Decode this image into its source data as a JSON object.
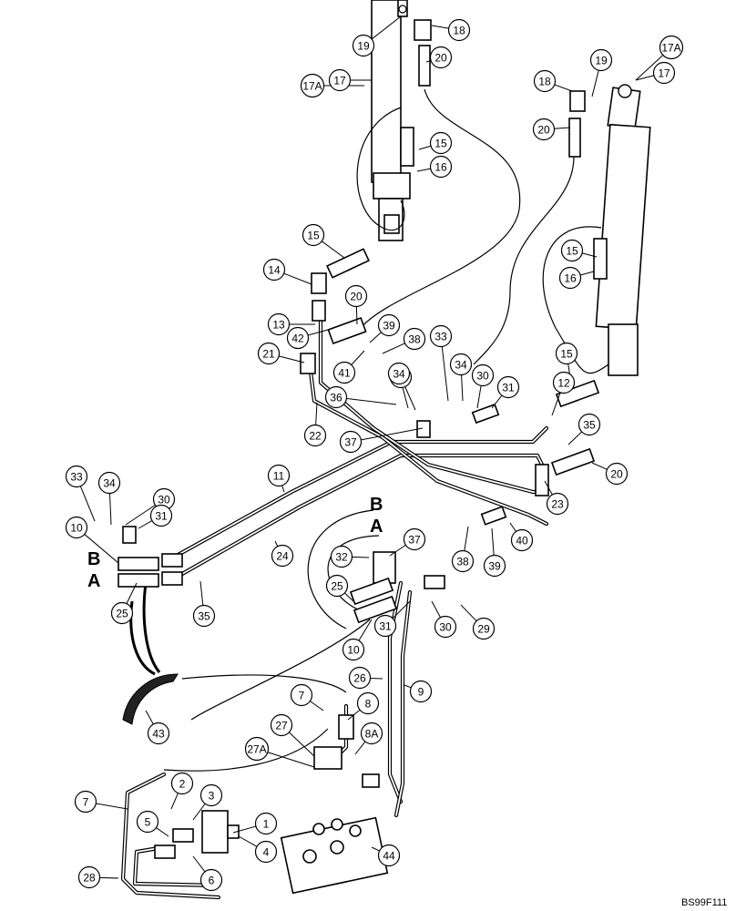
{
  "figure_code": "BS99F111",
  "port_labels": [
    {
      "key": "B_top",
      "text": "B"
    },
    {
      "key": "A_top",
      "text": "A"
    },
    {
      "key": "B_left",
      "text": "B"
    },
    {
      "key": "A_left",
      "text": "A"
    }
  ],
  "callouts": [
    {
      "label": "1"
    },
    {
      "label": "2"
    },
    {
      "label": "3"
    },
    {
      "label": "4"
    },
    {
      "label": "5"
    },
    {
      "label": "6"
    },
    {
      "label": "7"
    },
    {
      "label": "7"
    },
    {
      "label": "8"
    },
    {
      "label": "8A"
    },
    {
      "label": "9"
    },
    {
      "label": "10"
    },
    {
      "label": "10"
    },
    {
      "label": "11"
    },
    {
      "label": "12"
    },
    {
      "label": "13"
    },
    {
      "label": "14"
    },
    {
      "label": "15"
    },
    {
      "label": "15"
    },
    {
      "label": "15"
    },
    {
      "label": "15"
    },
    {
      "label": "16"
    },
    {
      "label": "16"
    },
    {
      "label": "17A"
    },
    {
      "label": "17"
    },
    {
      "label": "17A"
    },
    {
      "label": "17"
    },
    {
      "label": "18"
    },
    {
      "label": "18"
    },
    {
      "label": "19"
    },
    {
      "label": "19"
    },
    {
      "label": "20"
    },
    {
      "label": "20"
    },
    {
      "label": "20"
    },
    {
      "label": "20"
    },
    {
      "label": "21"
    },
    {
      "label": "22"
    },
    {
      "label": "23"
    },
    {
      "label": "24"
    },
    {
      "label": "25"
    },
    {
      "label": "25"
    },
    {
      "label": "26"
    },
    {
      "label": "27"
    },
    {
      "label": "27A"
    },
    {
      "label": "28"
    },
    {
      "label": "29"
    },
    {
      "label": "30"
    },
    {
      "label": "30"
    },
    {
      "label": "30"
    },
    {
      "label": "30"
    },
    {
      "label": "31"
    },
    {
      "label": "31"
    },
    {
      "label": "31"
    },
    {
      "label": "32"
    },
    {
      "label": "33"
    },
    {
      "label": "33"
    },
    {
      "label": "34"
    },
    {
      "label": "34"
    },
    {
      "label": "34"
    },
    {
      "label": "35"
    },
    {
      "label": "35"
    },
    {
      "label": "36"
    },
    {
      "label": "37"
    },
    {
      "label": "37"
    },
    {
      "label": "38"
    },
    {
      "label": "38"
    },
    {
      "label": "39"
    },
    {
      "label": "39"
    },
    {
      "label": "40"
    },
    {
      "label": "41"
    },
    {
      "label": "42"
    },
    {
      "label": "43"
    },
    {
      "label": "44"
    }
  ]
}
